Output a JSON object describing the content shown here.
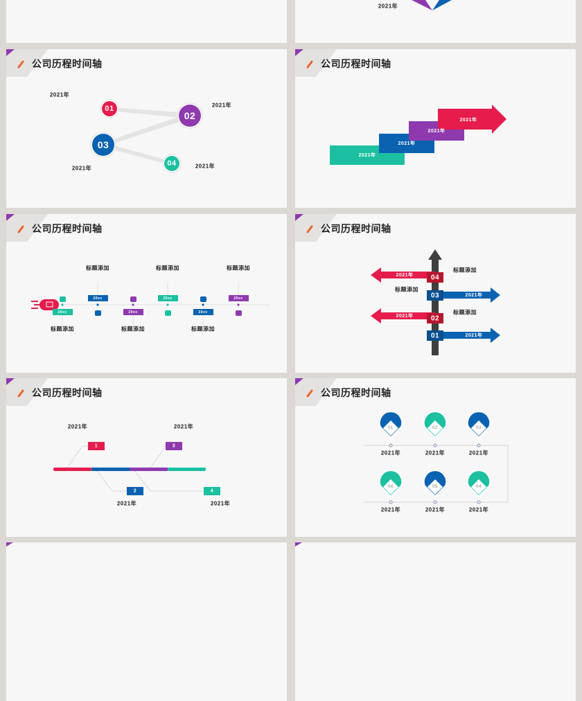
{
  "colors": {
    "red": "#e51c4c",
    "purple": "#8e3aae",
    "blue": "#0a62b0",
    "teal": "#1cc0a0",
    "dark": "#3f3f3f",
    "bg": "#dcd8d4",
    "slide": "#f7f7f7"
  },
  "slide_title": "公司历程时间轴",
  "top_right_partial": {
    "year": "2021年"
  },
  "slide1": {
    "nodes": [
      {
        "num": "01",
        "color": "red",
        "year": "2021年"
      },
      {
        "num": "02",
        "color": "purple",
        "year": "2021年"
      },
      {
        "num": "03",
        "color": "blue",
        "year": "2021年"
      },
      {
        "num": "04",
        "color": "teal",
        "year": "2021年"
      }
    ]
  },
  "slide2": {
    "steps": [
      {
        "label": "2021年",
        "color": "teal"
      },
      {
        "label": "2021年",
        "color": "blue"
      },
      {
        "label": "2021年",
        "color": "purple"
      },
      {
        "label": "2021年",
        "color": "red"
      }
    ]
  },
  "slide3": {
    "icon": "monitor-rocket-icon",
    "items": [
      {
        "year": "20xx",
        "color": "teal",
        "label": "标题添加"
      },
      {
        "year": "20xx",
        "color": "blue",
        "label": "标题添加"
      },
      {
        "year": "20xx",
        "color": "purple",
        "label": "标题添加"
      },
      {
        "year": "20xx",
        "color": "teal",
        "label": "标题添加"
      },
      {
        "year": "20xx",
        "color": "blue",
        "label": "标题添加"
      },
      {
        "year": "20xx",
        "color": "purple",
        "label": "标题添加"
      }
    ]
  },
  "slide4": {
    "arrows": [
      {
        "num": "04",
        "year": "2021年",
        "label": "标题添加",
        "dir": "left"
      },
      {
        "num": "03",
        "year": "2021年",
        "label": "标题添加",
        "dir": "right"
      },
      {
        "num": "02",
        "year": "2021年",
        "label": "标题添加",
        "dir": "left"
      },
      {
        "num": "01",
        "year": "2021年",
        "label": "",
        "dir": "right"
      }
    ]
  },
  "slide5": {
    "items": [
      {
        "num": "1",
        "color": "red",
        "year": "2021年"
      },
      {
        "num": "2",
        "color": "blue",
        "year": "2021年"
      },
      {
        "num": "3",
        "color": "purple",
        "year": "2021年"
      },
      {
        "num": "4",
        "color": "teal",
        "year": "2021年"
      }
    ]
  },
  "slide6": {
    "pins": [
      {
        "num": "01",
        "color": "blue",
        "year": "2021年"
      },
      {
        "num": "02",
        "color": "teal",
        "year": "2021年"
      },
      {
        "num": "03",
        "color": "blue",
        "year": "2021年"
      },
      {
        "num": "04",
        "color": "teal",
        "year": "2021年"
      },
      {
        "num": "05",
        "color": "blue",
        "year": "2021年"
      },
      {
        "num": "06",
        "color": "teal",
        "year": "2021年"
      }
    ]
  }
}
